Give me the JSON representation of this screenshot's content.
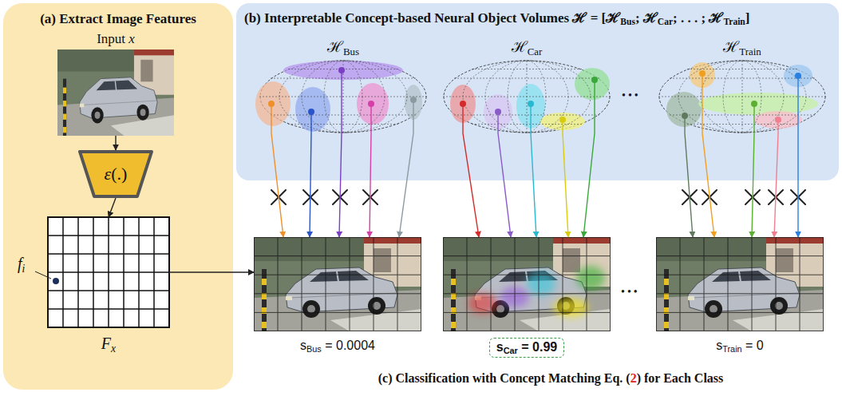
{
  "diagram": {
    "caption": "(c) Classification with Concept Matching Eq. (2) for Each Class",
    "nodes": [
      {
        "text": [
          "(a) Extract Image Features"
        ]
      },
      {
        "text": [
          "Input x"
        ],
        "in": 0
      },
      {
        "text": [
          "ε(.)"
        ],
        "in": 0
      },
      {
        "text": [
          "Fx"
        ],
        "in": 0
      },
      {
        "text": [
          "(b) Interpretable Concept-based Neural Object Volumes ℋ = [ℋBus; ℋCar; . . . ; ℋTrain]"
        ]
      },
      {
        "text": [
          "ℋBus"
        ],
        "in": 4
      },
      {
        "text": [
          "ℋCar"
        ],
        "in": 4
      },
      {
        "text": [
          "ℋTrain"
        ],
        "in": 4
      },
      {
        "text": [
          "sBus = 0.0004"
        ]
      },
      {
        "text": [
          "sCar = 0.99"
        ]
      },
      {
        "text": [
          "sTrain = 0"
        ]
      }
    ],
    "edges": [
      {
        "from": 1,
        "to": 2,
        "arrow": "to"
      },
      {
        "from": 2,
        "to": 3,
        "arrow": "to"
      },
      {
        "from": 3,
        "to": 8,
        "arrow": "to"
      },
      {
        "from": 5,
        "to": 8,
        "arrow": "to"
      },
      {
        "from": 5,
        "to": 8,
        "arrow": "to"
      },
      {
        "from": 5,
        "to": 8,
        "arrow": "to"
      },
      {
        "from": 5,
        "to": 8,
        "arrow": "to"
      },
      {
        "from": 5,
        "to": 8,
        "arrow": "to"
      },
      {
        "from": 6,
        "to": 9,
        "arrow": "to"
      },
      {
        "from": 6,
        "to": 9,
        "arrow": "to"
      },
      {
        "from": 6,
        "to": 9,
        "arrow": "to"
      },
      {
        "from": 6,
        "to": 9,
        "arrow": "to"
      },
      {
        "from": 6,
        "to": 9,
        "arrow": "to"
      },
      {
        "from": 7,
        "to": 10,
        "arrow": "to"
      },
      {
        "from": 7,
        "to": 10,
        "arrow": "to"
      },
      {
        "from": 7,
        "to": 10,
        "arrow": "to"
      },
      {
        "from": 7,
        "to": 10,
        "arrow": "to"
      },
      {
        "from": 7,
        "to": 10,
        "arrow": "to"
      }
    ],
    "labels": [
      "fi",
      "•••",
      "•••"
    ]
  }
}
